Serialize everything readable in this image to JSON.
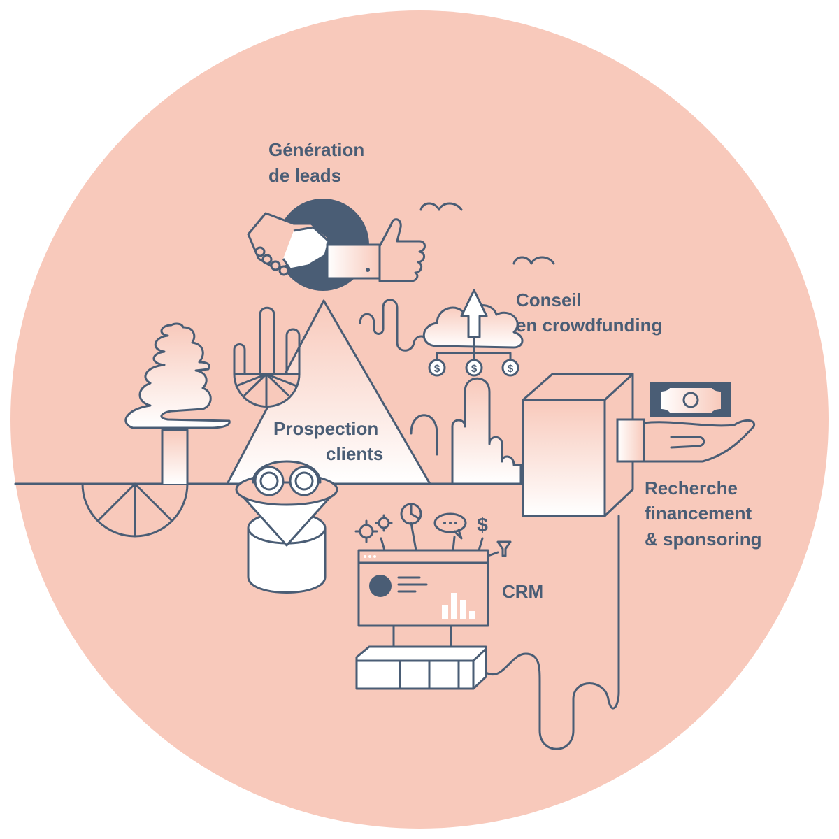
{
  "colors": {
    "background_circle": "#f8c9bb",
    "ink": "#4a5d75",
    "highlight": "#ffffff"
  },
  "labels": {
    "lead_generation": [
      "Génération",
      "de leads"
    ],
    "crowdfunding": [
      "Conseil",
      "en crowdfunding"
    ],
    "prospection": [
      "Prospection",
      "clients"
    ],
    "financing": [
      "Recherche",
      "financement",
      "& sponsoring"
    ],
    "crm": "CRM"
  },
  "icons": {
    "handshake": "handshake-icon",
    "thumbs_up": "thumbs-up-icon",
    "cloud_upload": "cloud-upload-icon",
    "coins": "dollar-coin-icon",
    "safe": "safe-box-icon",
    "banknote": "banknote-icon",
    "hand": "open-hand-icon",
    "binoculars": "binoculars-icon",
    "crm_screen": "crm-dashboard-icon",
    "gear": "gear-icon",
    "pie": "pie-chart-icon",
    "chat": "chat-bubble-icon",
    "dollar": "dollar-icon",
    "funnel": "funnel-icon",
    "tree": "tree-icon",
    "birds": "bird-icon"
  }
}
